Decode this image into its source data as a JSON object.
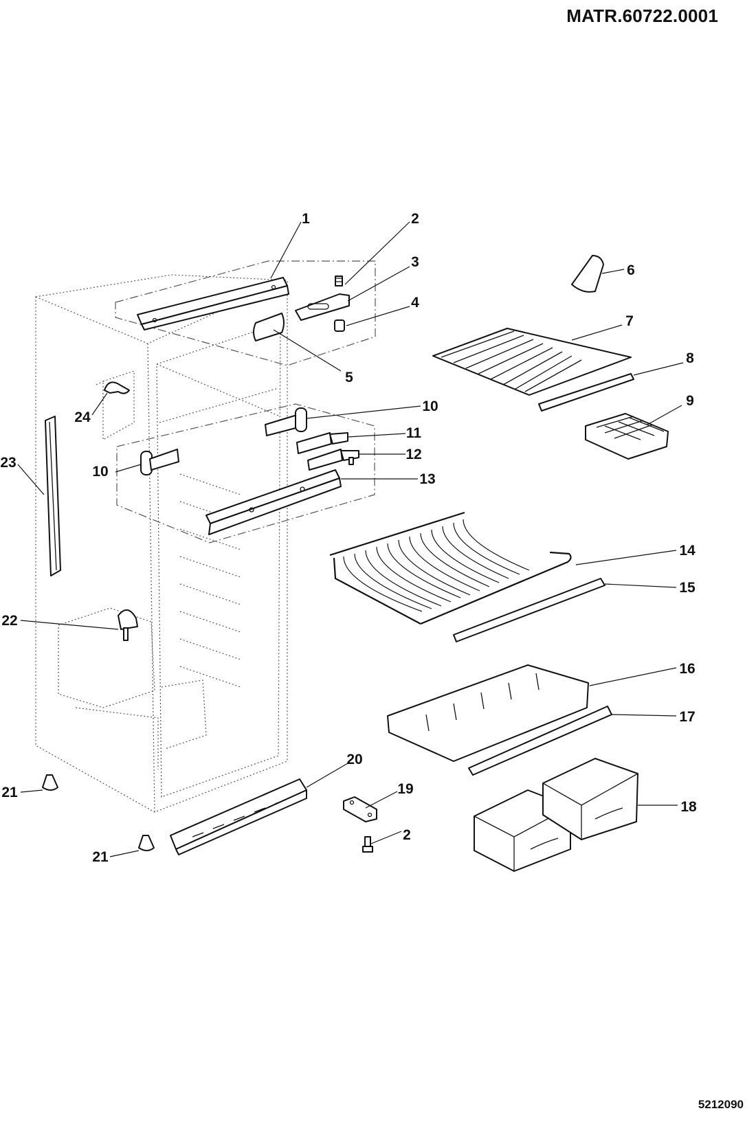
{
  "header": {
    "document_code": "MATR.60722.0001"
  },
  "footer": {
    "drawing_number": "5212090"
  },
  "callouts": [
    {
      "id": "c1",
      "text": "1"
    },
    {
      "id": "c2a",
      "text": "2"
    },
    {
      "id": "c3",
      "text": "3"
    },
    {
      "id": "c4",
      "text": "4"
    },
    {
      "id": "c5",
      "text": "5"
    },
    {
      "id": "c6",
      "text": "6"
    },
    {
      "id": "c7",
      "text": "7"
    },
    {
      "id": "c8",
      "text": "8"
    },
    {
      "id": "c9",
      "text": "9"
    },
    {
      "id": "c10a",
      "text": "10"
    },
    {
      "id": "c10b",
      "text": "10"
    },
    {
      "id": "c11",
      "text": "11"
    },
    {
      "id": "c12",
      "text": "12"
    },
    {
      "id": "c13",
      "text": "13"
    },
    {
      "id": "c14",
      "text": "14"
    },
    {
      "id": "c15",
      "text": "15"
    },
    {
      "id": "c16",
      "text": "16"
    },
    {
      "id": "c17",
      "text": "17"
    },
    {
      "id": "c18",
      "text": "18"
    },
    {
      "id": "c19",
      "text": "19"
    },
    {
      "id": "c2b",
      "text": "2"
    },
    {
      "id": "c20",
      "text": "20"
    },
    {
      "id": "c21a",
      "text": "21"
    },
    {
      "id": "c21b",
      "text": "21"
    },
    {
      "id": "c22",
      "text": "22"
    },
    {
      "id": "c23",
      "text": "23"
    },
    {
      "id": "c24",
      "text": "24"
    }
  ]
}
